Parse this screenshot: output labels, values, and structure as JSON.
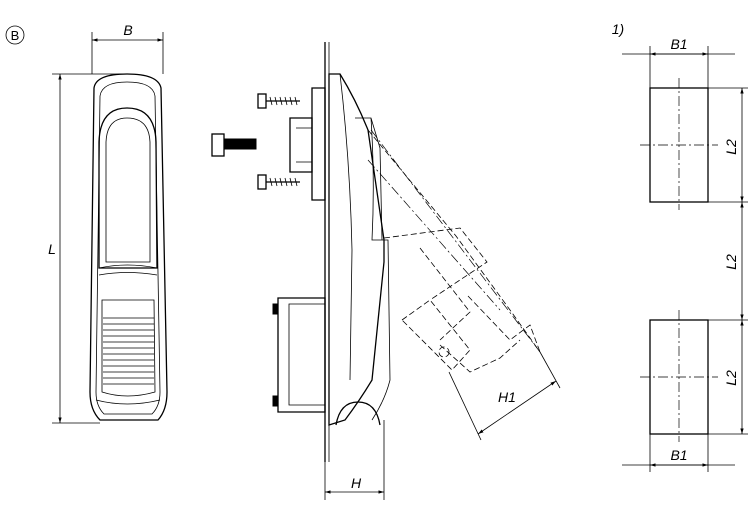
{
  "view_marker": "B",
  "footnote_marker": "1)",
  "dimensions": {
    "B": "B",
    "L": "L",
    "H": "H",
    "H1": "H1",
    "B1_top": "B1",
    "B1_bottom": "B1",
    "L2_top": "L2",
    "L2_middle": "L2",
    "L2_bottom": "L2"
  }
}
